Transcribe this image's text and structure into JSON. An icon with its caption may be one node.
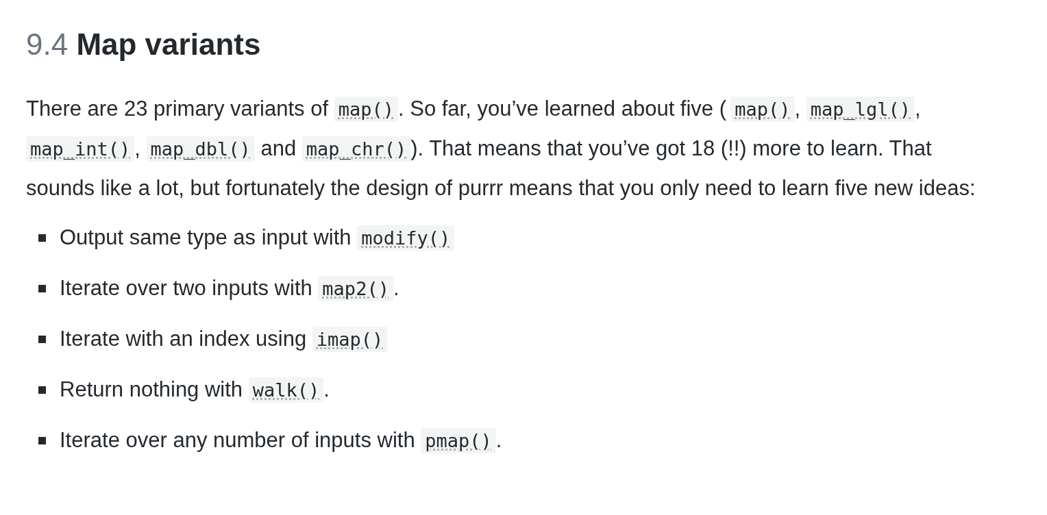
{
  "diagram": {
    "title": "9.4 **Map variants**",
    "labels": [
      "There are 23 primary variants of",
      "map()",
      ". So far, you’ve learned about five (",
      "map()",
      ",",
      "map_lgl()",
      ",",
      "map_int()",
      ",",
      "map_dbl()",
      "and",
      "map_chr()",
      "). That means that you’ve got 18 (!!) more to learn. That sounds like a lot, but fortunately the design of purrr means that you only need to learn five new ideas:",
      "Output same type as input with",
      "modify()",
      "Iterate over two inputs with",
      "map2()",
      ".",
      "Iterate with an index using",
      "imap()",
      "Return nothing with",
      "walk()",
      ".",
      "Iterate over any number of inputs with",
      "pmap()",
      "."
    ]
  }
}
